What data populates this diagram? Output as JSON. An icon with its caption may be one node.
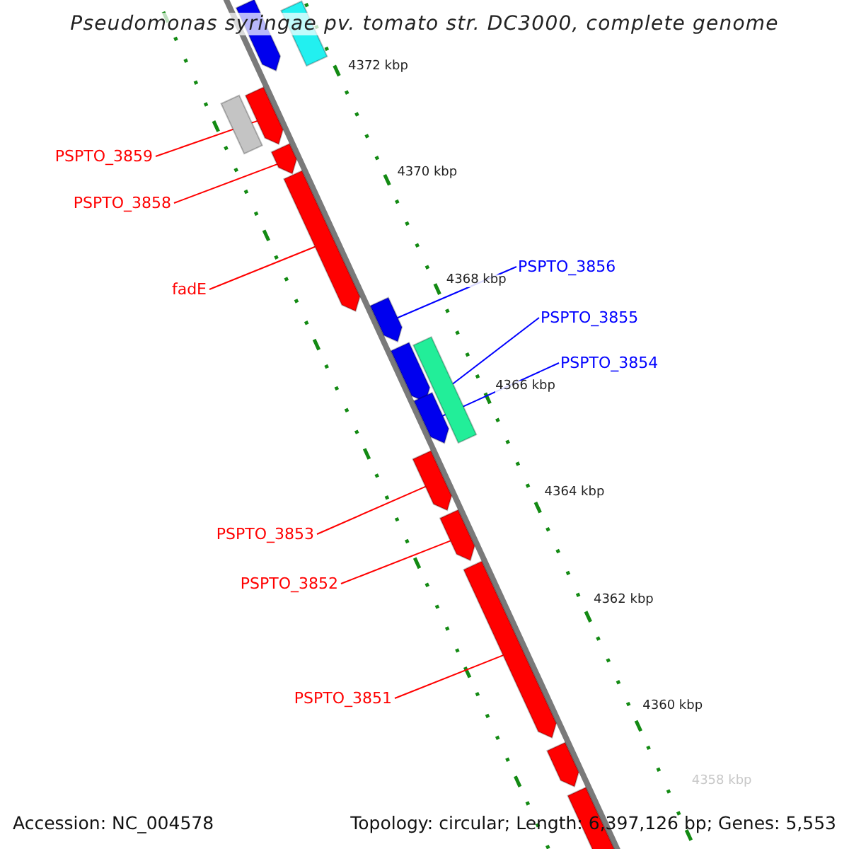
{
  "diagram": {
    "title": "Pseudomonas syringae pv. tomato str. DC3000, complete genome",
    "nodes": [
      {
        "text": [
          "PSPTO_3859"
        ]
      },
      {
        "text": [
          "PSPTO_3858"
        ]
      },
      {
        "text": [
          "fadE"
        ]
      },
      {
        "text": [
          "PSPTO_3856"
        ]
      },
      {
        "text": [
          "PSPTO_3855"
        ]
      },
      {
        "text": [
          "PSPTO_3854"
        ]
      },
      {
        "text": [
          "PSPTO_3853"
        ]
      },
      {
        "text": [
          "PSPTO_3852"
        ]
      },
      {
        "text": [
          "PSPTO_3851"
        ]
      },
      {
        "text": [],
        "shape": "arrow"
      },
      {
        "text": [],
        "shape": "bar"
      },
      {
        "text": [],
        "shape": "bar"
      },
      {
        "text": [],
        "shape": "arrow"
      },
      {
        "text": [],
        "shape": "arrow"
      },
      {
        "text": [],
        "shape": "arrow"
      },
      {
        "text": [],
        "shape": "arrow"
      },
      {
        "text": [],
        "shape": "bar"
      },
      {
        "text": [],
        "shape": "arrow"
      },
      {
        "text": [],
        "shape": "arrow"
      },
      {
        "text": [],
        "shape": "arrow"
      },
      {
        "text": [],
        "shape": "arrow"
      },
      {
        "text": [],
        "shape": "arrow"
      },
      {
        "text": [],
        "shape": "arrow"
      },
      {
        "text": [],
        "shape": "arrow"
      }
    ],
    "edges": [
      {
        "from": 0,
        "to": 12,
        "arrow": "none"
      },
      {
        "from": 1,
        "to": 13,
        "arrow": "none"
      },
      {
        "from": 2,
        "to": 14,
        "arrow": "none"
      },
      {
        "from": 3,
        "to": 15,
        "arrow": "none",
        "color": "#0000ff"
      },
      {
        "from": 4,
        "to": 16,
        "arrow": "none",
        "color": "#0000ff"
      },
      {
        "from": 5,
        "to": 18,
        "arrow": "none",
        "color": "#0000ff"
      },
      {
        "from": 6,
        "to": 19,
        "arrow": "none"
      },
      {
        "from": 7,
        "to": 20,
        "arrow": "none"
      },
      {
        "from": 8,
        "to": 21,
        "arrow": "none"
      }
    ],
    "labels": [
      "4372 kbp",
      "4370 kbp",
      "4368 kbp",
      "4366 kbp",
      "4364 kbp",
      "4362 kbp",
      "4360 kbp",
      "4358 kbp",
      "Accession: NC_004578",
      "Topology: circular; Length: 6,397,126 bp; Genes: 5,553"
    ]
  }
}
